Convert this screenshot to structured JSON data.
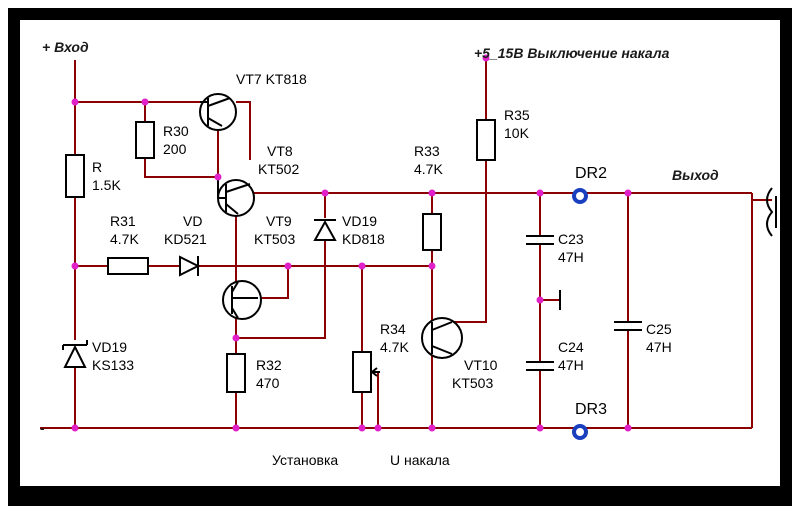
{
  "colors": {
    "wire": "#8b0000",
    "component": "#000000",
    "junction": "#e020c8",
    "terminal": "#1a3fbf",
    "frame": "#000000"
  },
  "labels": {
    "input": "+  Вход",
    "supply": "+5_15В  Выключение накала",
    "output": "Выход",
    "minus": "-",
    "setup": "Установка",
    "u_heat": "U накала",
    "dr2": "DR2",
    "dr3": "DR3"
  },
  "components": {
    "r_name": "R",
    "r_val": "1.5K",
    "r30_name": "R30",
    "r30_val": "200",
    "vt7": "VT7 KT818",
    "vt8_name": "VT8",
    "vt8_type": "KT502",
    "r31_name": "R31",
    "r31_val": "4.7K",
    "vd_name": "VD",
    "vd_type": "KD521",
    "vt9_name": "VT9",
    "vt9_type": "KT503",
    "vd19a_name": "VD19",
    "vd19a_type": "KD818",
    "r33_name": "R33",
    "r33_val": "4.7K",
    "r35_name": "R35",
    "r35_val": "10K",
    "c23_name": "C23",
    "c23_val": "47H",
    "c24_name": "C24",
    "c24_val": "47H",
    "c25_name": "C25",
    "c25_val": "47H",
    "vd19b_name": "VD19",
    "vd19b_type": "KS133",
    "r32_name": "R32",
    "r32_val": "470",
    "r34_name": "R34",
    "r34_val": "4.7K",
    "vt10_name": "VT10",
    "vt10_type": "KT503"
  }
}
